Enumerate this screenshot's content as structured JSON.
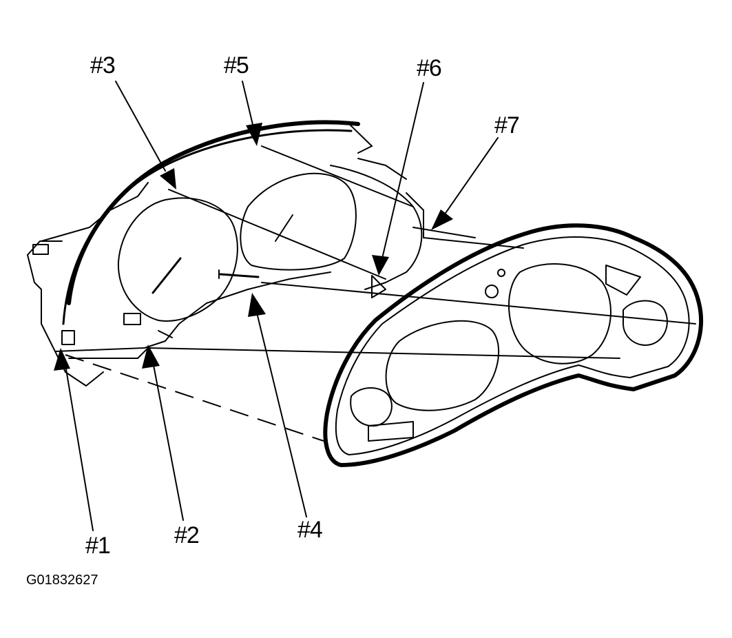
{
  "callouts": {
    "c1": "#1",
    "c2": "#2",
    "c3": "#3",
    "c4": "#4",
    "c5": "#5",
    "c6": "#6",
    "c7": "#7"
  },
  "figure_id": "G01832627",
  "colors": {
    "ink": "#000000",
    "background": "#ffffff"
  }
}
